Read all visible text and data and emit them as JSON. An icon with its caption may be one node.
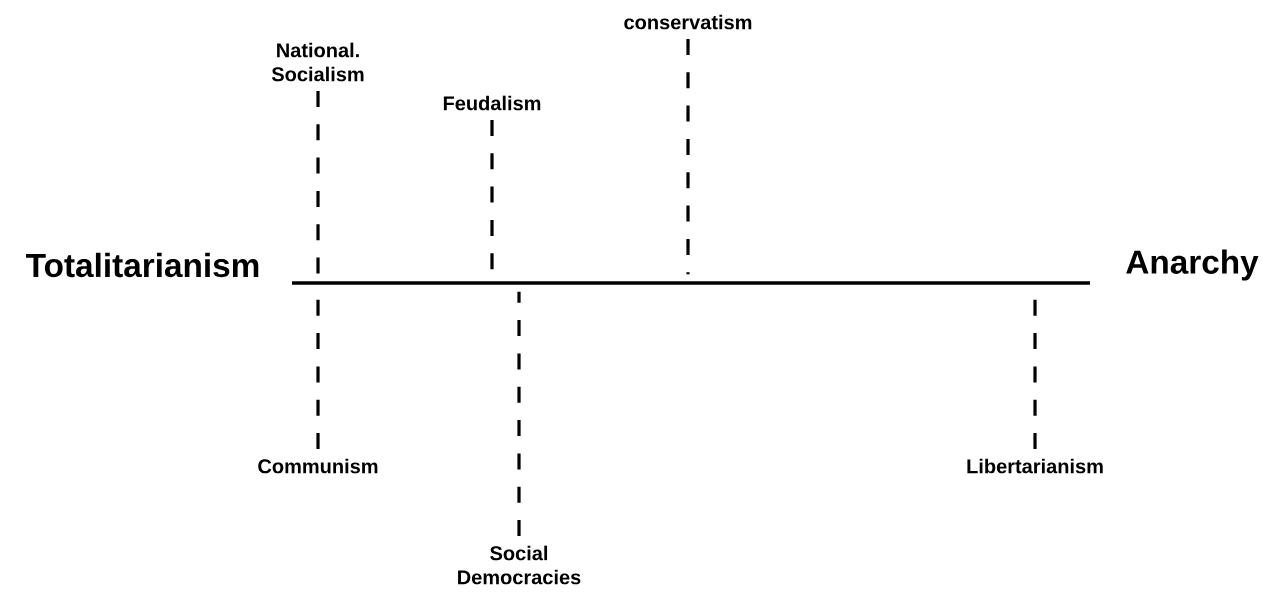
{
  "diagram": {
    "nodes": [
      {
        "text": [],
        "shape": "bar"
      },
      {
        "text": [
          "National. Socialism"
        ]
      },
      {
        "text": [
          "Feudalism"
        ]
      },
      {
        "text": [
          "conservatism"
        ]
      },
      {
        "text": [
          "Communism"
        ]
      },
      {
        "text": [
          "Social Democracies"
        ]
      },
      {
        "text": [
          "Libertarianism"
        ]
      }
    ],
    "edges": [
      {
        "from": 1,
        "to": 0,
        "arrow": "none",
        "style": "dashed"
      },
      {
        "from": 2,
        "to": 0,
        "arrow": "none",
        "style": "dashed"
      },
      {
        "from": 3,
        "to": 0,
        "arrow": "none",
        "style": "dashed"
      },
      {
        "from": 4,
        "to": 0,
        "arrow": "none",
        "style": "dashed"
      },
      {
        "from": 5,
        "to": 0,
        "arrow": "none",
        "style": "dashed"
      },
      {
        "from": 6,
        "to": 0,
        "arrow": "none",
        "style": "dashed"
      }
    ],
    "labels": [
      "Totalitarianism",
      "Anarchy"
    ]
  }
}
